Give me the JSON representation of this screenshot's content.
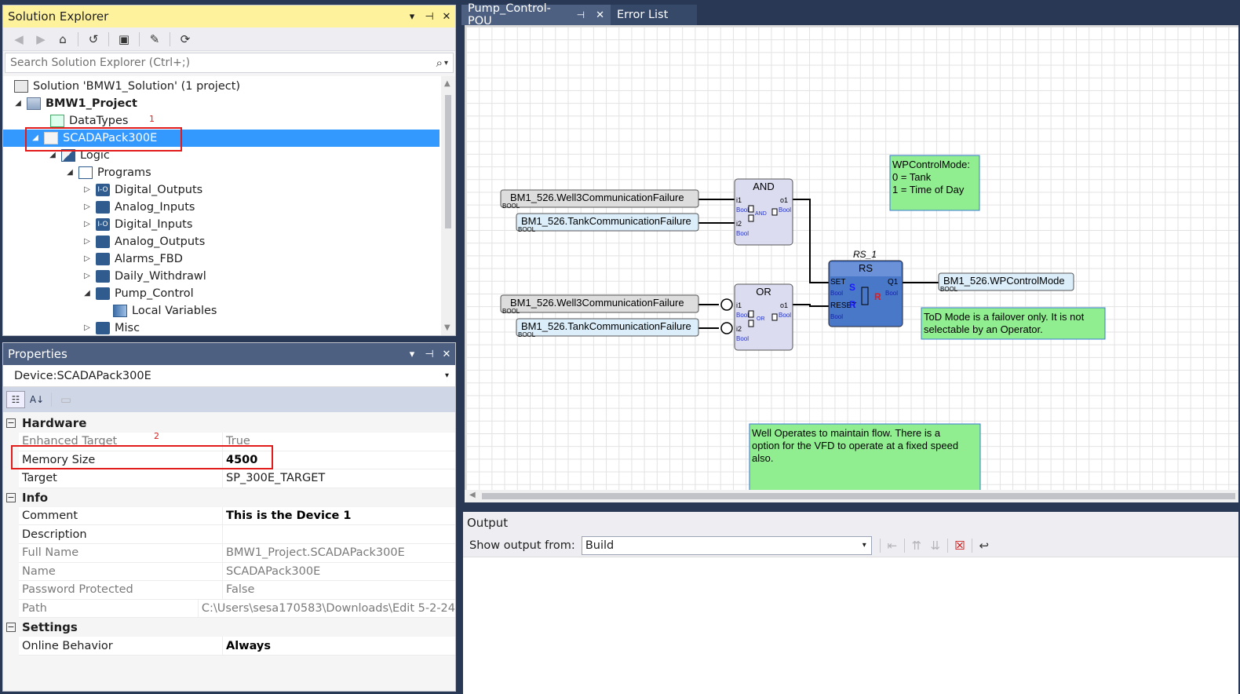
{
  "solution_explorer": {
    "title": "Solution Explorer",
    "search_placeholder": "Search Solution Explorer (Ctrl+;)",
    "tree": [
      {
        "label": "Solution 'BMW1_Solution' (1 project)"
      },
      {
        "label": "BMW1_Project"
      },
      {
        "label": "DataTypes"
      },
      {
        "label": "SCADAPack300E"
      },
      {
        "label": "Logic"
      },
      {
        "label": "Programs"
      },
      {
        "label": "Digital_Outputs"
      },
      {
        "label": "Analog_Inputs"
      },
      {
        "label": "Digital_Inputs"
      },
      {
        "label": "Analog_Outputs"
      },
      {
        "label": "Alarms_FBD"
      },
      {
        "label": "Daily_Withdrawl"
      },
      {
        "label": "Pump_Control"
      },
      {
        "label": "Local Variables"
      },
      {
        "label": "Misc"
      }
    ],
    "annotation": "1"
  },
  "properties": {
    "title": "Properties",
    "device": "Device:SCADAPack300E",
    "annotation": "2",
    "categories": {
      "hardware": "Hardware",
      "info": "Info",
      "settings": "Settings"
    },
    "rows": {
      "enhanced_target": {
        "key": "Enhanced Target",
        "value": "True"
      },
      "memory_size": {
        "key": "Memory Size",
        "value": "4500"
      },
      "target": {
        "key": "Target",
        "value": "SP_300E_TARGET"
      },
      "comment": {
        "key": "Comment",
        "value": "This is the Device 1"
      },
      "description": {
        "key": "Description",
        "value": ""
      },
      "full_name": {
        "key": "Full Name",
        "value": "BMW1_Project.SCADAPack300E"
      },
      "name": {
        "key": "Name",
        "value": "SCADAPack300E"
      },
      "password_protected": {
        "key": "Password Protected",
        "value": "False"
      },
      "path": {
        "key": "Path",
        "value": "C:\\Users\\sesa170583\\Downloads\\Edit 5-2-24"
      },
      "online_behavior": {
        "key": "Online Behavior",
        "value": "Always"
      }
    }
  },
  "editor": {
    "tabs": {
      "pou": "Pump_Control-POU",
      "errors": "Error List"
    },
    "fbd": {
      "vars": {
        "v1": "BM1_526.Well3CommunicationFailure",
        "v2": "BM1_526.TankCommunicationFailure",
        "v3": "BM1_526.Well3CommunicationFailure",
        "v4": "BM1_526.TankCommunicationFailure",
        "out": "BM1_526.WPControlMode",
        "type": "BOOL"
      },
      "and_block": {
        "name": "AND",
        "i1": "i1",
        "i2": "i2",
        "o1": "o1",
        "mini": "AND",
        "pin": "Bool"
      },
      "or_block": {
        "name": "OR",
        "i1": "i1",
        "i2": "i2",
        "o1": "o1",
        "mini": "OR",
        "pin": "Bool"
      },
      "rs_block": {
        "instance": "RS_1",
        "name": "RS",
        "set": "SET",
        "reset": "RESET",
        "q1": "Q1",
        "s": "S",
        "r": "R",
        "pin": "Bool"
      },
      "comments": {
        "mode": [
          "WPControlMode:",
          "0 = Tank",
          "1 = Time of Day"
        ],
        "tod": [
          "ToD Mode is a failover only.  It is not",
          "selectable by an Operator."
        ],
        "well": [
          "Well Operates to maintain flow.  There is a",
          "option for the VFD to operate at a fixed speed",
          "also."
        ]
      }
    }
  },
  "output": {
    "title": "Output",
    "show_from_label": "Show output from:",
    "show_from_value": "Build"
  },
  "colors": {
    "selection": "#3399ff",
    "annotation_red": "#e21b1b",
    "comment_green": "#90ee90",
    "block_fill": "#dcdcf0",
    "rs_fill": "#4a78c8"
  }
}
